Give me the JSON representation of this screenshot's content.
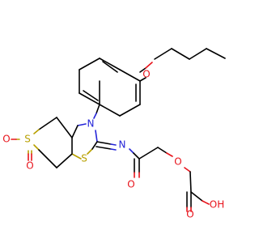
{
  "molecule": {
    "atoms": {
      "ether_o": "O",
      "n_ring": "N",
      "n_imine": "N",
      "s_sulfone": "S",
      "s_sulfone_o1": "O",
      "s_sulfone_o2": "O",
      "s_thiazole": "S",
      "amide_o": "O",
      "ether2_o": "O",
      "acid_o": "O",
      "acid_oh": "OH"
    }
  },
  "colors": {
    "carbon_bond": "#000000",
    "oxygen": "#e8131b",
    "nitrogen": "#2424d8",
    "sulfur": "#b8a000"
  }
}
